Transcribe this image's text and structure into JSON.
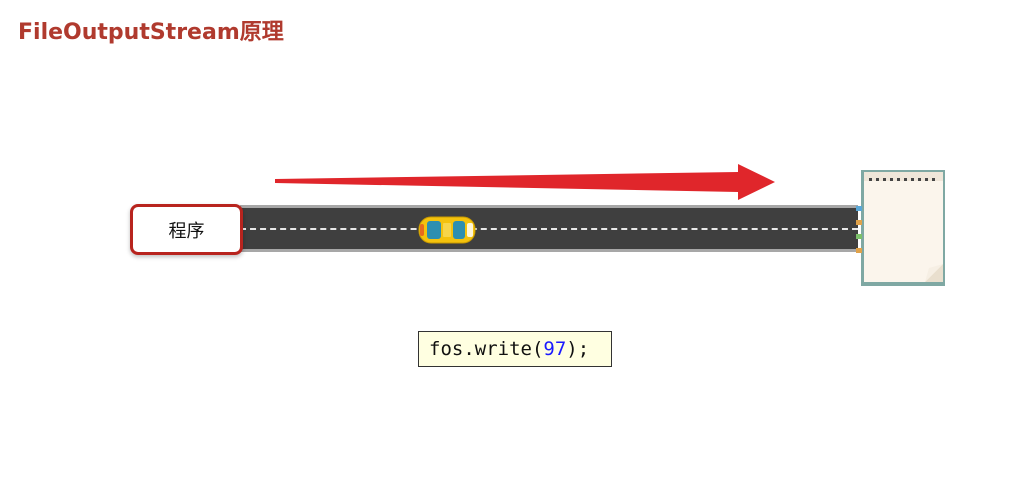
{
  "title": "FileOutputStream原理",
  "program_label": "程序",
  "code": {
    "prefix": "fos.write(",
    "number": "97",
    "suffix": ");"
  },
  "colors": {
    "title": "#b03a2e",
    "box_border": "#b8241e",
    "arrow": "#e0262b",
    "road": "#3f3f3f",
    "code_bg": "#ffffe1",
    "code_number": "#1a1aff"
  },
  "icons": {
    "arrow": "right-arrow-icon",
    "car": "car-icon",
    "file": "notepad-file-icon"
  }
}
